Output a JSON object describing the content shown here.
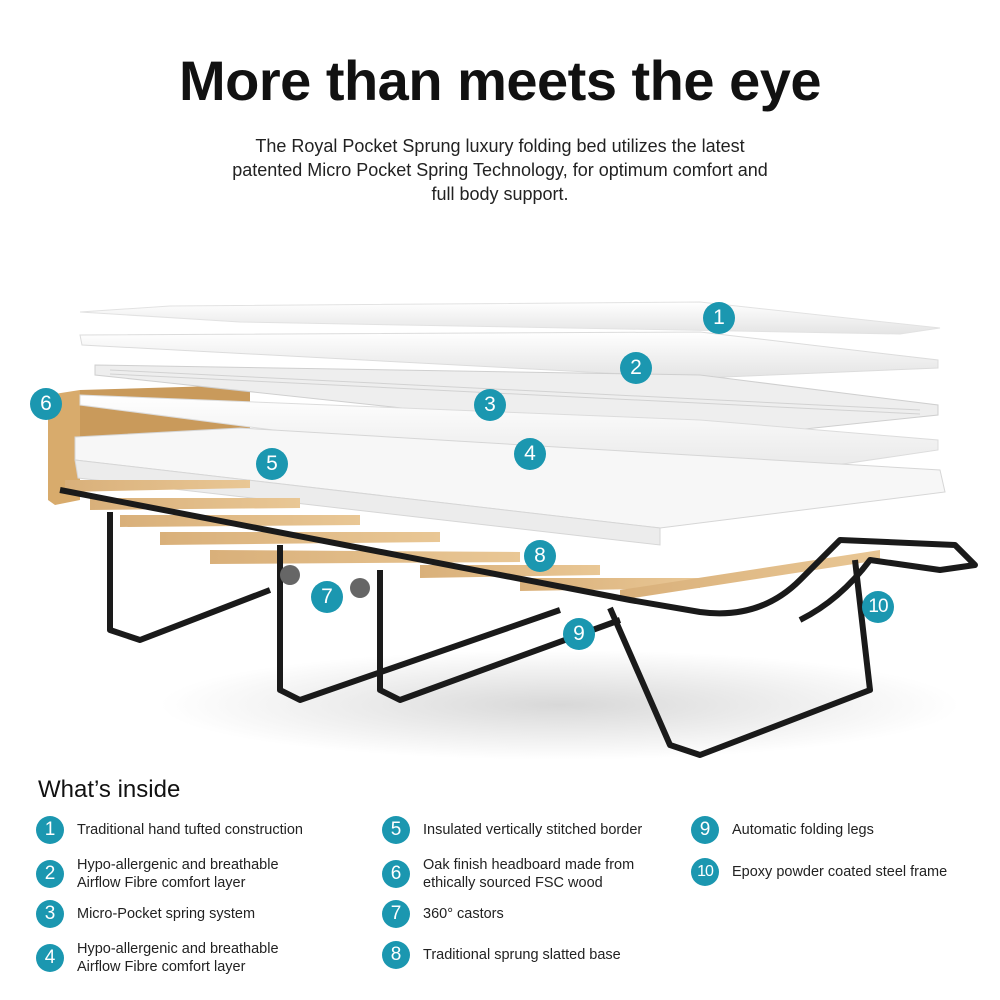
{
  "header": {
    "title": "More than meets the eye",
    "subtitle": "The Royal Pocket Sprung luxury folding bed utilizes the latest patented Micro Pocket Spring Technology, for optimum comfort and full body support."
  },
  "illustration": {
    "subject": "exploded view of folding bed with mattress layers",
    "callouts": [
      "1",
      "2",
      "3",
      "4",
      "5",
      "6",
      "7",
      "8",
      "9",
      "10"
    ],
    "badge_color": "#1b97b0"
  },
  "legend": {
    "title": "What’s inside",
    "items": [
      {
        "num": "1",
        "text": "Traditional hand tufted construction"
      },
      {
        "num": "2",
        "text": "Hypo-allergenic and breathable Airflow Fibre comfort layer"
      },
      {
        "num": "3",
        "text": "Micro-Pocket spring system"
      },
      {
        "num": "4",
        "text": "Hypo-allergenic and breathable Airflow Fibre comfort layer"
      },
      {
        "num": "5",
        "text": "Insulated vertically stitched border"
      },
      {
        "num": "6",
        "text": "Oak finish headboard made from ethically sourced FSC wood"
      },
      {
        "num": "7",
        "text": "360° castors"
      },
      {
        "num": "8",
        "text": "Traditional sprung slatted base"
      },
      {
        "num": "9",
        "text": "Automatic folding legs"
      },
      {
        "num": "10",
        "text": "Epoxy powder coated steel frame"
      }
    ]
  }
}
